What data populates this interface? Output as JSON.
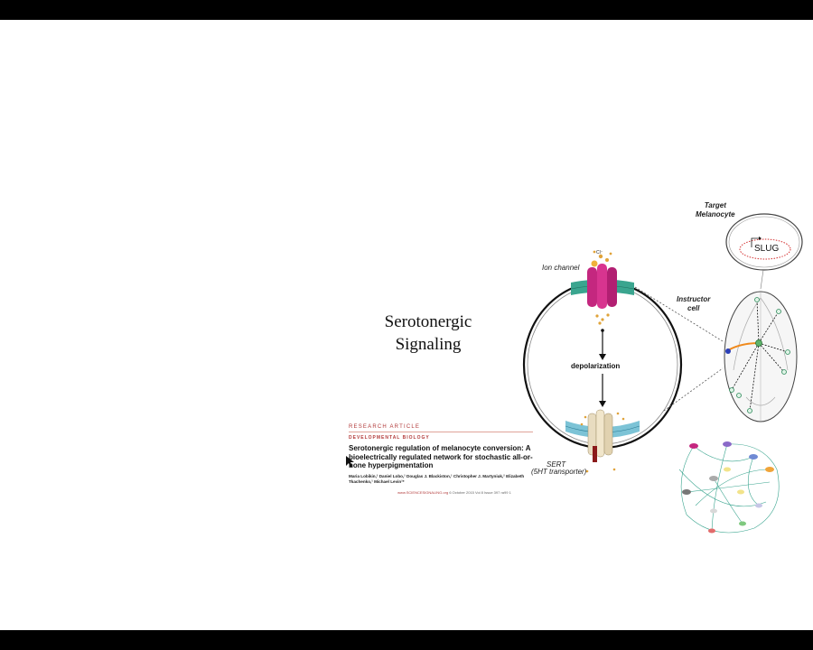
{
  "slide": {
    "title": "Serotonergic\nSignaling",
    "paper": {
      "eyebrow": "RESEARCH ARTICLE",
      "section": "DEVELOPMENTAL BIOLOGY",
      "title": "Serotonergic regulation of melanocyte conversion: A bioelectrically regulated network for stochastic all-or-none hyperpigmentation",
      "authors": "Maria Lobikin,¹ Daniel Lobo,¹ Douglas J. Blackiston,¹ Christopher J. Martyniuk,² Elizabeth Tkachenko,¹ Michael Levin¹*",
      "footer_site": "www.SCIENCESIGNALING.org",
      "footer_rest": "6 October 2015  Vol 8 Issue 397 ra99    1"
    },
    "diagram": {
      "ion_channel_label": "Ion channel",
      "cl_label": "Cl⁻",
      "depolarization_label": "depolarization",
      "sert_label": "SERT",
      "sert_sub_label": "(5HT transporter)",
      "target_label": "Target\nMelanocyte",
      "slug_label": "SLUG",
      "instructor_label": "Instructor\ncell"
    },
    "colors": {
      "channel": "#c4277f",
      "membrane": "#3aa58f",
      "sert": "#e8dcc0",
      "network_lines": "#3aa58f",
      "instructor_link": "#f08a1c",
      "slug_ring": "#d32f2f"
    }
  }
}
